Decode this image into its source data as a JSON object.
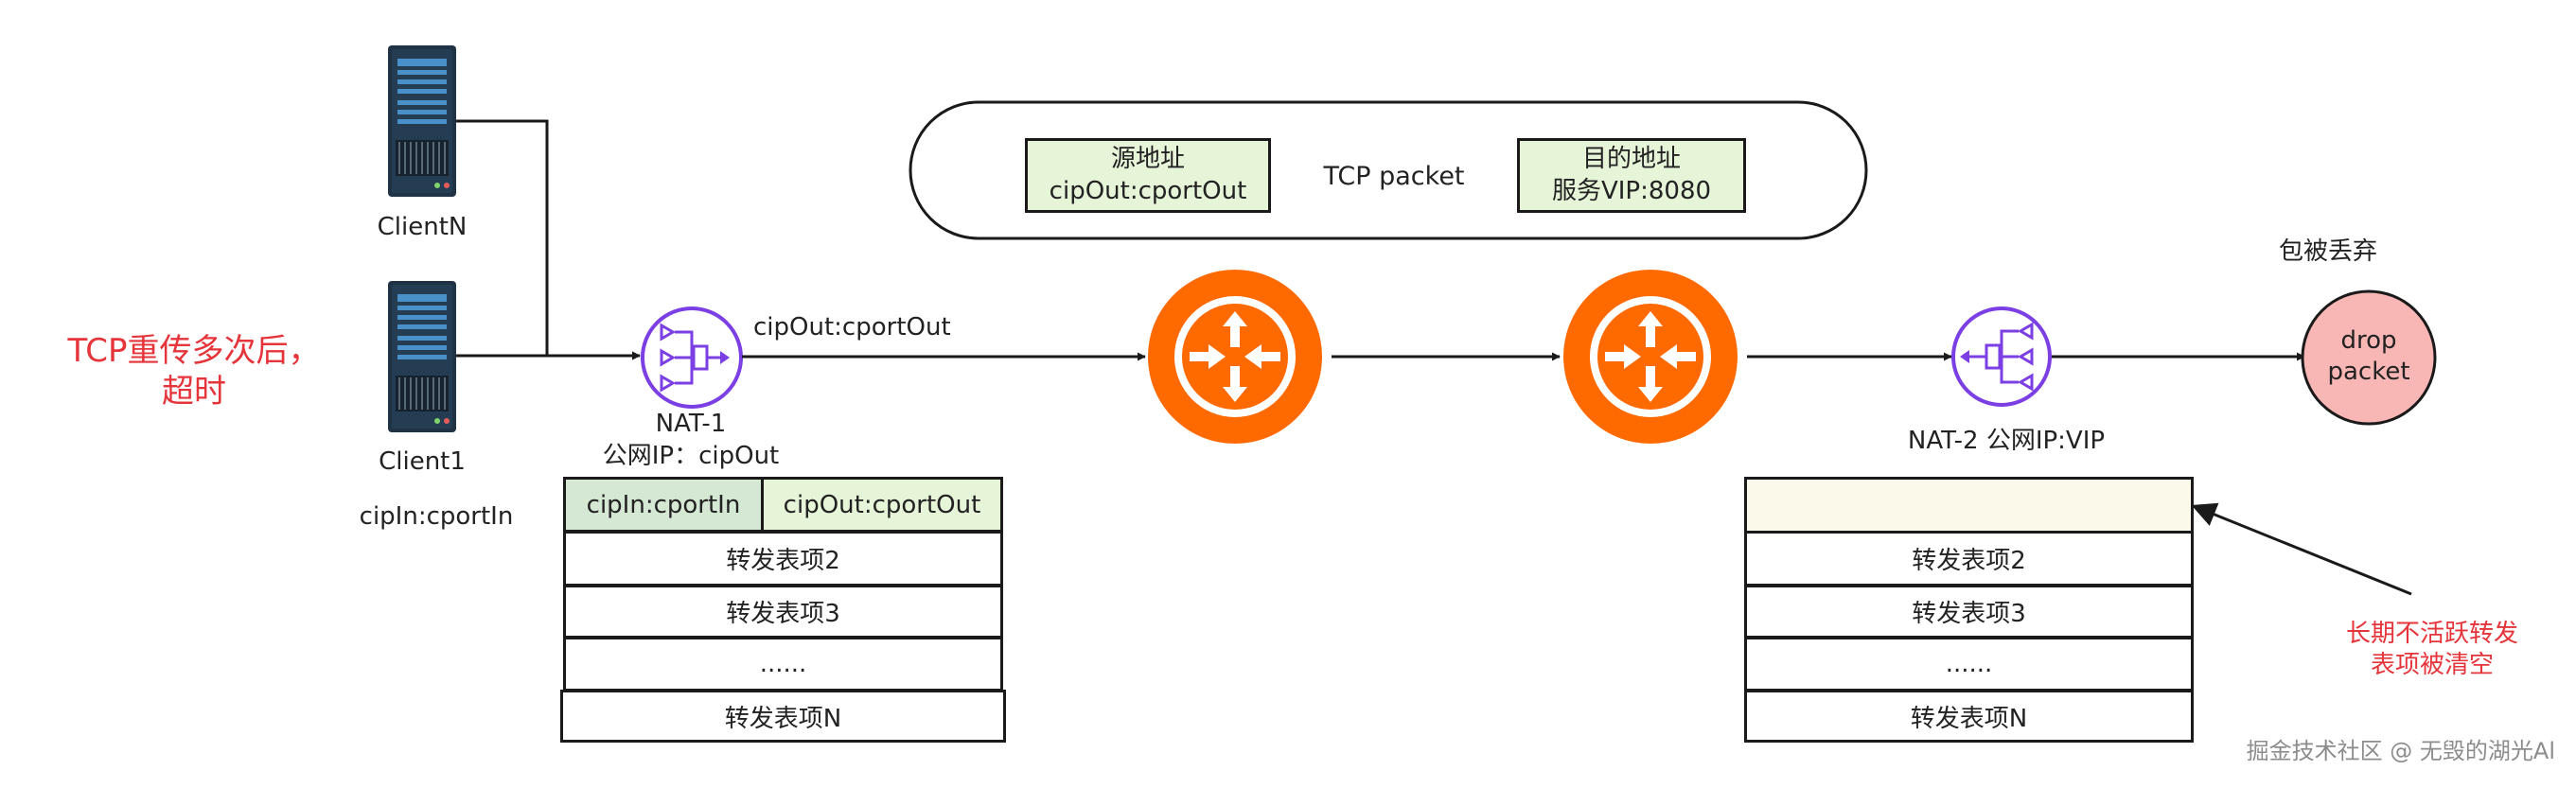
{
  "clients": {
    "client_n_label": "ClientN",
    "client_1_label": "Client1",
    "client_1_addr": "cipIn:cportIn"
  },
  "retry_note": {
    "line1": "TCP重传多次后，",
    "line2": "超时"
  },
  "nat1": {
    "name": "NAT-1",
    "public_ip": "公网IP：cipOut",
    "out_label": "cipOut:cportOut",
    "table": {
      "header": [
        "cipIn:cportIn",
        "cipOut:cportOut"
      ],
      "rows": [
        "转发表项2",
        "转发表项3",
        "......",
        "转发表项N"
      ]
    }
  },
  "packet": {
    "src_title": "源地址",
    "src_value": "cipOut:cportOut",
    "label": "TCP packet",
    "dst_title": "目的地址",
    "dst_value": "服务VIP:8080"
  },
  "nat2": {
    "label": "NAT-2 公网IP:VIP",
    "table": {
      "header": "",
      "rows": [
        "转发表项2",
        "转发表项3",
        "......",
        "转发表项N"
      ]
    },
    "expired_note": {
      "line1": "长期不活跃转发",
      "line2": "表项被清空"
    }
  },
  "drop": {
    "caption": "包被丢弃",
    "line1": "drop",
    "line2": "packet"
  },
  "watermark": "掘金技术社区 @ 无毁的湖光Al",
  "colors": {
    "router": "#ff6a00",
    "nat": "#7b3fe4",
    "drop_fill": "#f8b7b5",
    "alert_text": "#e5343a",
    "cell_green": "#d5e8d4",
    "cell_cream": "#fbfaea",
    "server_body": "#1f3344",
    "server_accent": "#4a90c8"
  }
}
